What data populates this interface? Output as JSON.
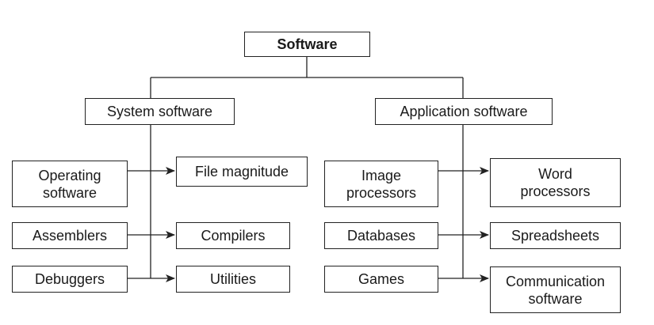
{
  "root": "Software",
  "system": {
    "title": "System software",
    "left": [
      "Operating\nsoftware",
      "Assemblers",
      "Debuggers"
    ],
    "right": [
      "File magnitude",
      "Compilers",
      "Utilities"
    ]
  },
  "application": {
    "title": "Application software",
    "left": [
      "Image\nprocessors",
      "Databases",
      "Games"
    ],
    "right": [
      "Word\nprocessors",
      "Spreadsheets",
      "Communication\nsoftware"
    ]
  }
}
